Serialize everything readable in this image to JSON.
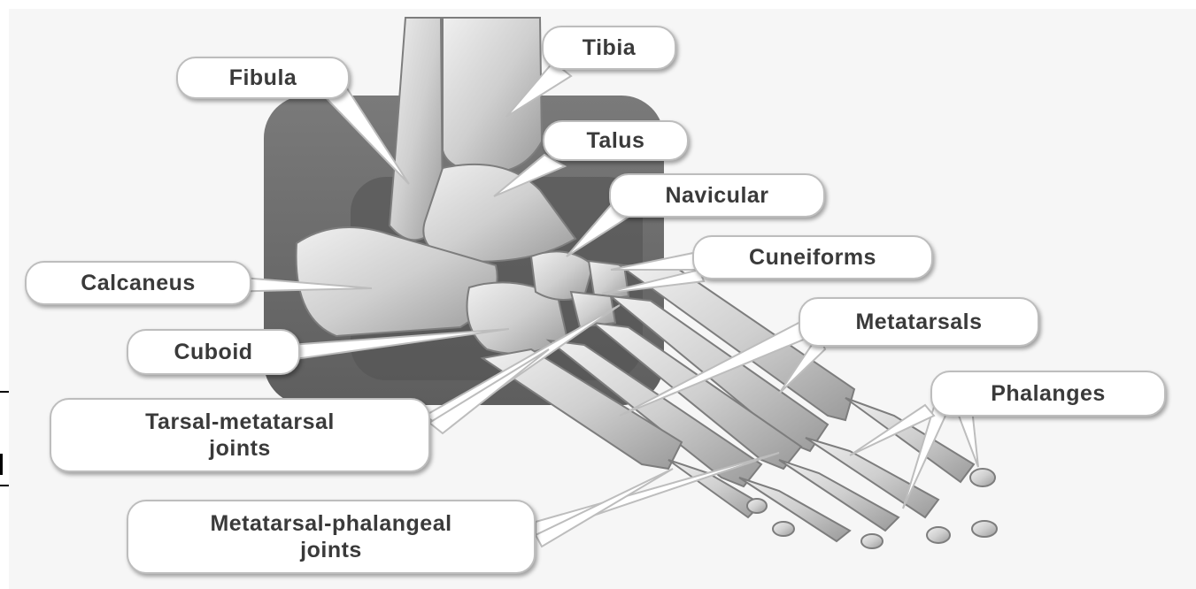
{
  "labels": {
    "tibia": "Tibia",
    "fibula": "Fibula",
    "talus": "Talus",
    "navicular": "Navicular",
    "cuneiforms": "Cuneiforms",
    "calcaneus": "Calcaneus",
    "metatarsals": "Metatarsals",
    "cuboid": "Cuboid",
    "phalanges": "Phalanges",
    "tarsal_metatarsal": "Tarsal-metatarsal\njoints",
    "metatarsal_phalangeal": "Metatarsal-phalangeal\njoints"
  },
  "colors": {
    "background": "#f4f4f4",
    "panel": "#6f6f6f",
    "panel_inner": "#5a5a5a",
    "bone": "#d4d4d4",
    "bone_edge": "#8a8a8a",
    "callout_text": "#3a3a3a"
  }
}
